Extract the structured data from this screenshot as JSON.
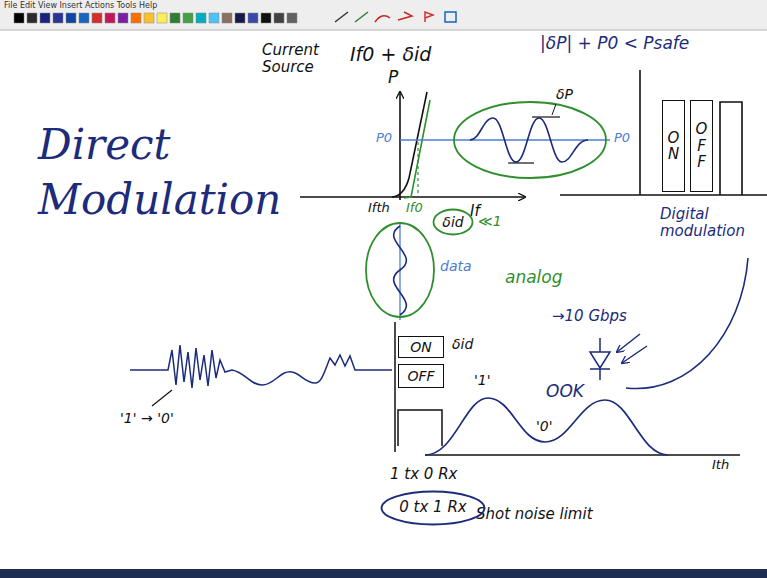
{
  "diagram": {
    "nodes": [
      {
        "text": [
          "ON"
        ]
      },
      {
        "text": [
          "OFF"
        ]
      },
      {
        "text": [
          "δid"
        ]
      },
      {
        "text": [
          "ON"
        ]
      },
      {
        "text": [
          "OFF"
        ]
      },
      {
        "text": [
          "0 tx 1 Rx"
        ]
      }
    ],
    "labels": [
      "File Edit View Insert Actions Tools Help",
      "Current Source",
      "If0 + δid",
      "|δP| + P0 < Psafe",
      "Direct Modulation",
      "P",
      "P0",
      "If0",
      "Ifth",
      "If",
      "δP",
      "P0",
      "≪1",
      "data",
      "analog",
      "Digital modulation",
      "→10 Gbps",
      "OOK",
      "δid",
      "'1' → '0'",
      "'1'",
      "'0'",
      "Ith",
      "1 tx 0 Rx",
      "Shot noise limit"
    ]
  }
}
